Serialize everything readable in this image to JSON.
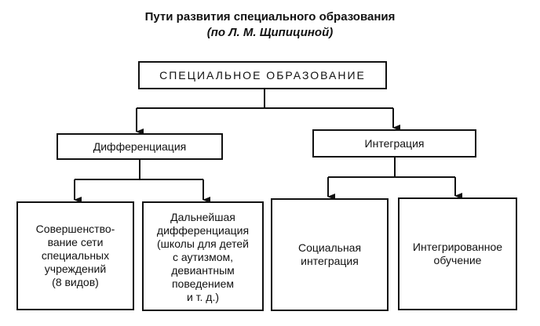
{
  "title": "Пути развития специального образования",
  "subtitle": "(по Л. М. Щипициной)",
  "nodes": {
    "root": "СПЕЦИАЛЬНОЕ ОБРАЗОВАНИЕ",
    "differentiation": "Дифференциация",
    "integration": "Интеграция",
    "network_development": "Совершенство-\nвание сети\nспециальных\nучреждений\n(8 видов)",
    "further_differentiation": "Дальнейшая\nдифференциация\n(школы для детей\nс аутизмом,\nдевиантным\nповедением\nи т. д.)",
    "social_integration": "Социальная\nинтеграция",
    "integrated_learning": "Интегрированное\nобучение"
  },
  "edges": [
    {
      "from": "root",
      "to": "differentiation"
    },
    {
      "from": "root",
      "to": "integration"
    },
    {
      "from": "differentiation",
      "to": "network_development"
    },
    {
      "from": "differentiation",
      "to": "further_differentiation"
    },
    {
      "from": "integration",
      "to": "social_integration"
    },
    {
      "from": "integration",
      "to": "integrated_learning"
    }
  ],
  "colors": {
    "line": "#111111",
    "background": "#ffffff"
  }
}
